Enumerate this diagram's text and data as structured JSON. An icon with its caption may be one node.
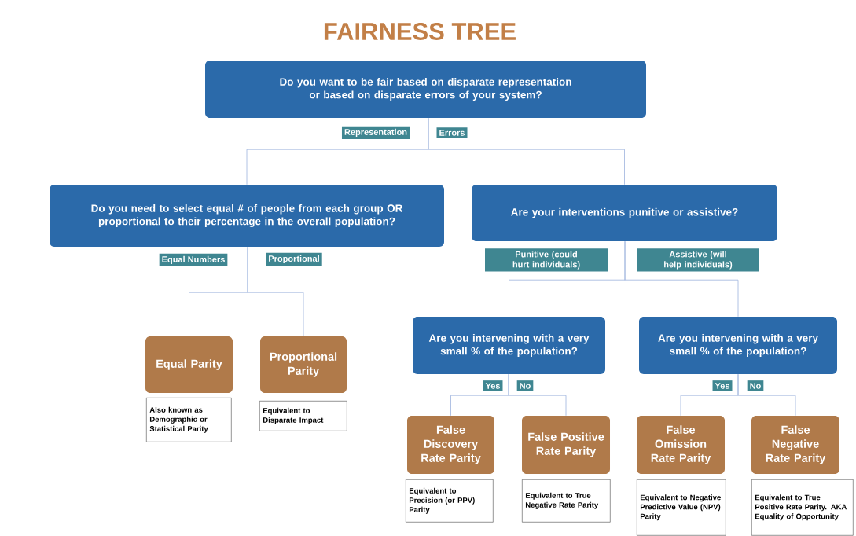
{
  "diagram": {
    "title": "FAIRNESS TREE",
    "nodes": [
      {
        "text": [
          "Do you want to be fair based on disparate representation or based on disparate errors of your system?"
        ]
      },
      {
        "text": [
          "Do you need to select equal # of people from each group OR proportional to their percentage in the overall population?"
        ]
      },
      {
        "text": [
          "Are your interventions punitive or assistive?"
        ]
      },
      {
        "text": [
          "Equal Parity"
        ]
      },
      {
        "text": [
          "Proportional Parity"
        ]
      },
      {
        "text": [
          "Also known as Demographic or Statistical Parity"
        ]
      },
      {
        "text": [
          "Equivalent to Disparate Impact"
        ]
      },
      {
        "text": [
          "Are you intervening with a very small % of the population?"
        ]
      },
      {
        "text": [
          "Are you intervening with a very small % of the population?"
        ]
      },
      {
        "text": [
          "False Discovery Rate Parity"
        ]
      },
      {
        "text": [
          "False Positive Rate Parity"
        ]
      },
      {
        "text": [
          "False Omission Rate Parity"
        ]
      },
      {
        "text": [
          "False Negative Rate Parity"
        ]
      },
      {
        "text": [
          "Equivalent to Precision (or PPV) Parity"
        ]
      },
      {
        "text": [
          "Equivalent to True Negative Rate Parity"
        ]
      },
      {
        "text": [
          "Equivalent to Negative Predictive Value (NPV) Parity"
        ]
      },
      {
        "text": [
          "Equivalent to True Positive Rate Parity. AKA Equality of Opportunity"
        ]
      }
    ],
    "edges": [
      {
        "from": 0,
        "to": 1,
        "arrow": "none",
        "label": "Representation"
      },
      {
        "from": 0,
        "to": 2,
        "arrow": "none",
        "label": "Errors"
      },
      {
        "from": 1,
        "to": 3,
        "arrow": "none",
        "label": "Equal Numbers"
      },
      {
        "from": 1,
        "to": 4,
        "arrow": "none",
        "label": "Proportional"
      },
      {
        "from": 2,
        "to": 7,
        "arrow": "none",
        "label": "Punitive (could hurt individuals)"
      },
      {
        "from": 2,
        "to": 8,
        "arrow": "none",
        "label": "Assistive (will help individuals)"
      },
      {
        "from": 7,
        "to": 9,
        "arrow": "none",
        "label": "Yes"
      },
      {
        "from": 7,
        "to": 10,
        "arrow": "none",
        "label": "No"
      },
      {
        "from": 8,
        "to": 11,
        "arrow": "none",
        "label": "Yes"
      },
      {
        "from": 8,
        "to": 12,
        "arrow": "none",
        "label": "No"
      }
    ]
  }
}
